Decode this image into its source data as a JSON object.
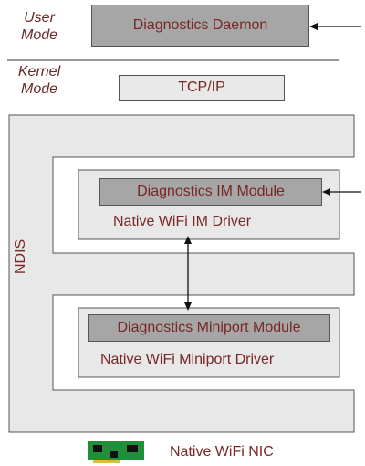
{
  "modes": {
    "user": [
      "User",
      "Mode"
    ],
    "kernel": [
      "Kernel",
      "Mode"
    ]
  },
  "components": {
    "diagnostics_daemon": "Diagnostics Daemon",
    "tcpip": "TCP/IP",
    "ndis": "NDIS",
    "diag_im_module": "Diagnostics IM Module",
    "native_wifi_im_driver": "Native WiFi IM Driver",
    "diag_miniport_module": "Diagnostics Miniport Module",
    "native_wifi_miniport_driver": "Native WiFi Miniport Driver",
    "native_wifi_nic": "Native WiFi NIC"
  },
  "colors": {
    "text": "#7a2626",
    "mode_text": "#6b2a2a",
    "module_fill": "#a6a6a6",
    "layer_fill": "#e8e8e8",
    "nic_green": "#1f8f3a"
  }
}
